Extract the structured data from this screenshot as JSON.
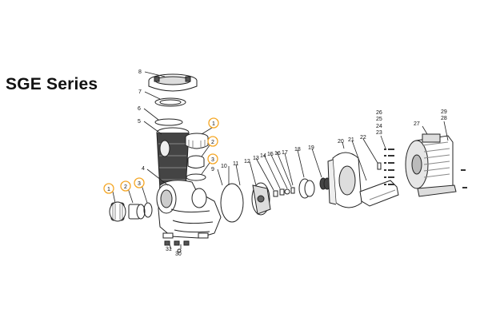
{
  "title": "SGE Series",
  "callouts": [
    "1",
    "2",
    "3",
    "4",
    "5",
    "6",
    "7",
    "8",
    "9",
    "10",
    "11",
    "12",
    "13",
    "14",
    "15",
    "16",
    "17",
    "18",
    "19",
    "20",
    "21",
    "22",
    "23",
    "24",
    "25",
    "26",
    "27",
    "28",
    "29",
    "30",
    "31"
  ],
  "highlighted_callouts": [
    "1",
    "2",
    "3"
  ],
  "accent_color": "#f5a623",
  "line_color": "#222222"
}
